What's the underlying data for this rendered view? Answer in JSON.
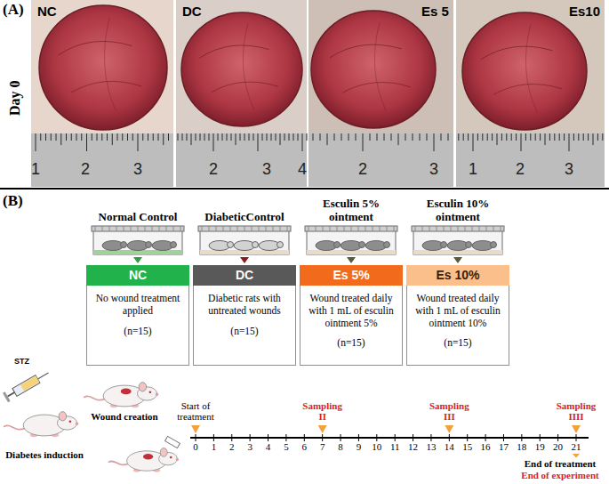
{
  "diagram": {
    "nodes": [
      {
        "text": [
          "No wound treatment applied",
          "(n=15)"
        ]
      },
      {
        "text": [
          "NC"
        ],
        "in": 0
      },
      {
        "text": [
          "Diabetic rats with untreated wounds",
          "(n=15)"
        ]
      },
      {
        "text": [
          "DC"
        ],
        "in": 2
      },
      {
        "text": [
          "Wound treated daily with 1 mL of esculin ointment 5%",
          "(n=15)"
        ]
      },
      {
        "text": [
          "Es 5%"
        ],
        "in": 4
      },
      {
        "text": [
          "Wound treated daily with 1 mL of esculin ointment 10%",
          "(n=15)"
        ]
      },
      {
        "text": [
          "Es 10%"
        ],
        "in": 6
      }
    ],
    "labels": [
      "(A)",
      "NC",
      "DC",
      "Es 5",
      "Es10",
      "Day 0",
      "1",
      "2",
      "3",
      "2",
      "3",
      "4",
      "2",
      "3",
      "1",
      "2",
      "3",
      "(B)",
      "Normal Control",
      "DiabeticControl",
      "Esculin 5% ointment",
      "Esculin 10% ointment",
      "STZ",
      "Diabetes induction",
      "Wound creation",
      "Start of treatment",
      "Sampling II",
      "Sampling III",
      "Sampling IIII",
      "0",
      "1",
      "2",
      "3",
      "4",
      "5",
      "6",
      "7",
      "8",
      "9",
      "10",
      "11",
      "12",
      "13",
      "14",
      "15",
      "16",
      "17",
      "18",
      "19",
      "20",
      "21",
      "End of treatment",
      "End of experiment"
    ]
  }
}
